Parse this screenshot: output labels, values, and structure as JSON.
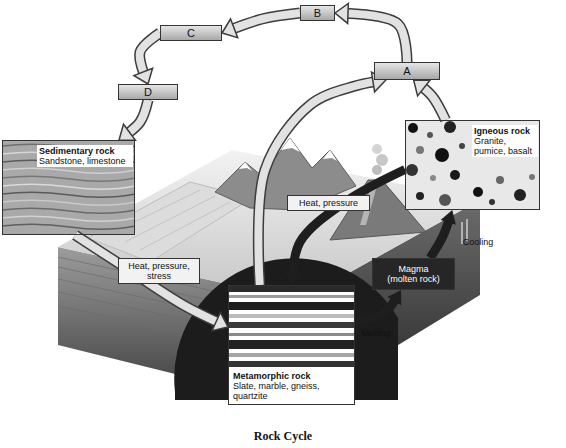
{
  "diagram": {
    "caption": "Rock Cycle",
    "nodes": [
      {
        "text": [
          "B"
        ]
      },
      {
        "text": [
          "C"
        ]
      },
      {
        "text": [
          "A"
        ]
      },
      {
        "text": [
          "D"
        ]
      },
      {
        "text": [
          "Igneous rock",
          "Granite, pumice, basalt"
        ]
      },
      {
        "text": [
          "Sedimentary rock",
          "Sandstone, limestone"
        ]
      },
      {
        "text": [
          "Magma (molten rock)"
        ]
      },
      {
        "text": [
          "Metamorphic rock",
          "Slate, marble, gneiss, quartzite"
        ]
      }
    ],
    "edges": [
      {
        "from": 2,
        "to": 0,
        "arrow": "to"
      },
      {
        "from": 0,
        "to": 1,
        "arrow": "to"
      },
      {
        "from": 1,
        "to": 3,
        "arrow": "to"
      },
      {
        "from": 3,
        "to": 5,
        "arrow": "to"
      },
      {
        "from": 4,
        "to": 2,
        "arrow": "to"
      },
      {
        "from": 7,
        "to": 2,
        "arrow": "to"
      },
      {
        "from": 5,
        "to": 7,
        "label": "Heat, pressure, stress",
        "arrow": "to"
      },
      {
        "from": 4,
        "to": 7,
        "label": "Heat, pressure",
        "arrow": "to"
      },
      {
        "from": 7,
        "to": 6,
        "label": "Melting",
        "arrow": "to"
      },
      {
        "from": 6,
        "to": 4,
        "label": "Cooling",
        "arrow": "to"
      }
    ]
  }
}
